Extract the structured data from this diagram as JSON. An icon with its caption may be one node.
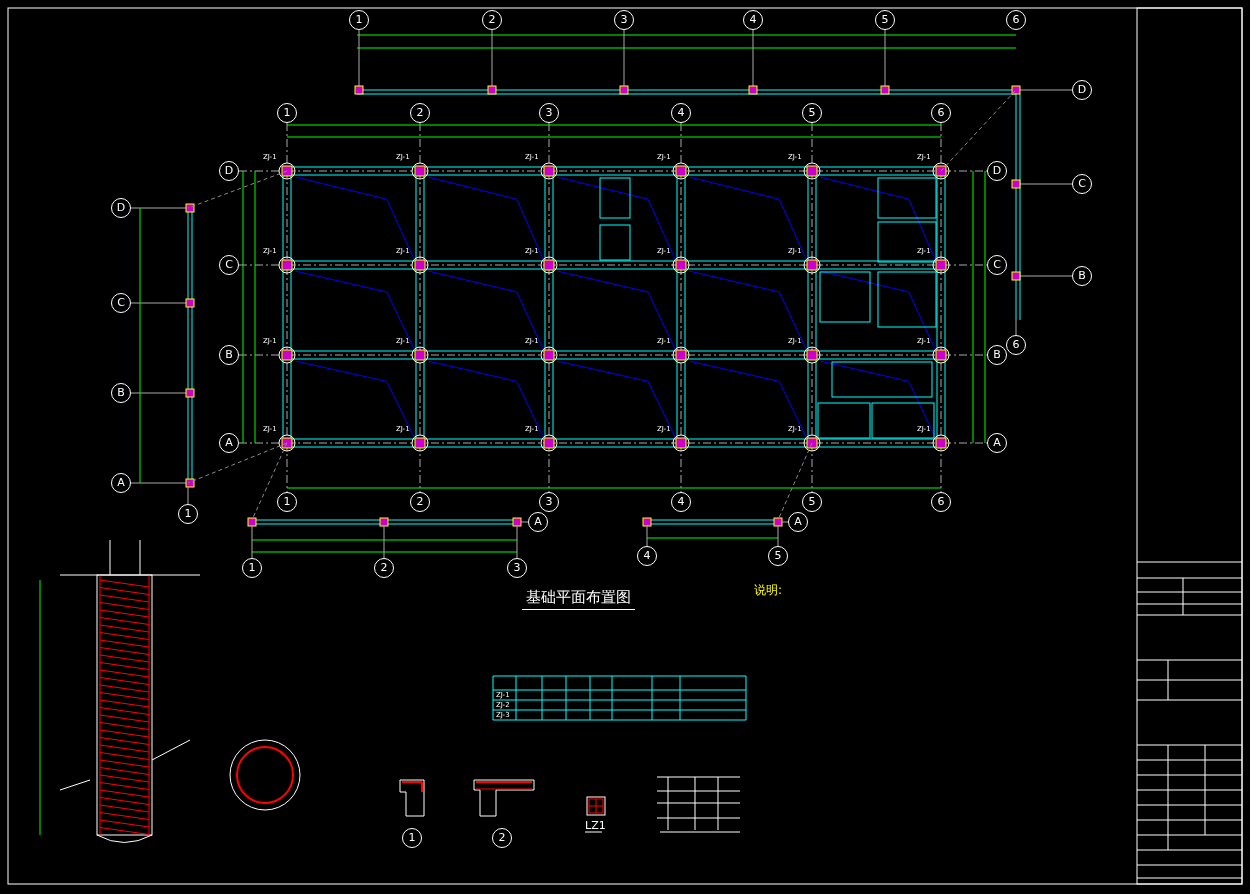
{
  "diagram": {
    "title": "基础平面布置图",
    "nodes": [
      {
        "text": [
          "1"
        ]
      },
      {
        "text": [
          "2"
        ]
      },
      {
        "text": [
          "3"
        ]
      },
      {
        "text": [
          "4"
        ]
      },
      {
        "text": [
          "5"
        ]
      },
      {
        "text": [
          "6"
        ]
      },
      {
        "text": [
          "D"
        ]
      },
      {
        "text": [
          "C"
        ]
      },
      {
        "text": [
          "B"
        ]
      },
      {
        "text": [
          "1"
        ]
      },
      {
        "text": [
          "2"
        ]
      },
      {
        "text": [
          "3"
        ]
      },
      {
        "text": [
          "4"
        ]
      },
      {
        "text": [
          "5"
        ]
      },
      {
        "text": [
          "6"
        ]
      },
      {
        "text": [
          "D"
        ]
      },
      {
        "text": [
          "C"
        ]
      },
      {
        "text": [
          "B"
        ]
      },
      {
        "text": [
          "A"
        ]
      },
      {
        "text": [
          "D"
        ]
      },
      {
        "text": [
          "C"
        ]
      },
      {
        "text": [
          "B"
        ]
      },
      {
        "text": [
          "A"
        ]
      },
      {
        "text": [
          "6"
        ]
      },
      {
        "text": [
          "D"
        ]
      },
      {
        "text": [
          "C"
        ]
      },
      {
        "text": [
          "B"
        ]
      },
      {
        "text": [
          "A"
        ]
      },
      {
        "text": [
          "1"
        ]
      },
      {
        "text": [
          "1"
        ]
      },
      {
        "text": [
          "2"
        ]
      },
      {
        "text": [
          "3"
        ]
      },
      {
        "text": [
          "4"
        ]
      },
      {
        "text": [
          "5"
        ]
      },
      {
        "text": [
          "6"
        ]
      },
      {
        "text": [
          "1"
        ]
      },
      {
        "text": [
          "2"
        ]
      },
      {
        "text": [
          "3"
        ]
      },
      {
        "text": [
          "A"
        ]
      },
      {
        "text": [
          "4"
        ]
      },
      {
        "text": [
          "5"
        ]
      },
      {
        "text": [
          "A"
        ]
      },
      {
        "text": [
          "1"
        ]
      },
      {
        "text": [
          "2"
        ]
      }
    ],
    "labels": [
      "ZJ-1",
      "ZJ-1",
      "ZJ-1",
      "ZJ-1",
      "ZJ-1",
      "ZJ-1",
      "ZJ-1",
      "ZJ-1",
      "ZJ-1",
      "ZJ-1",
      "ZJ-1",
      "ZJ-1",
      "ZJ-1",
      "ZJ-1",
      "ZJ-1",
      "ZJ-1",
      "ZJ-1",
      "ZJ-1",
      "ZJ-1",
      "ZJ-1",
      "ZJ-1",
      "ZJ-1",
      "ZJ-1",
      "ZJ-1",
      "说明:",
      "ZJ-1",
      "ZJ-2",
      "ZJ-3",
      "LZ1"
    ]
  }
}
